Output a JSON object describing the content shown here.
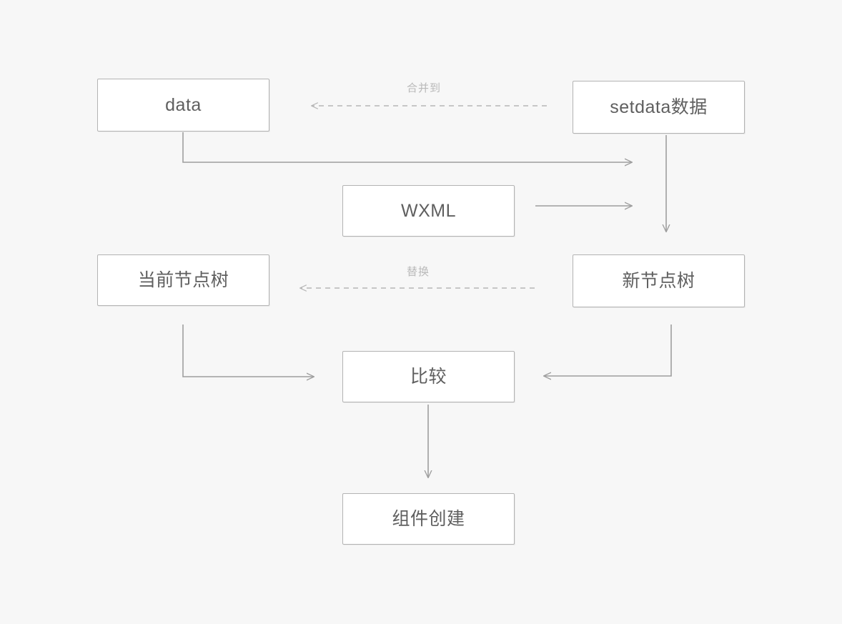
{
  "diagram": {
    "title": "",
    "background_color": "#f7f7f7",
    "node_fill_color": "#ffffff",
    "node_border_color": "#b3b3b3",
    "node_text_color": "#5f5f5f",
    "edge_color": "#9e9e9e",
    "edge_label_color": "#b9b9b9",
    "nodes": [
      {
        "id": "data",
        "label": "data"
      },
      {
        "id": "setdata",
        "label": "setdata数据"
      },
      {
        "id": "wxml",
        "label": "WXML"
      },
      {
        "id": "current_tree",
        "label": "当前节点树"
      },
      {
        "id": "new_tree",
        "label": "新节点树"
      },
      {
        "id": "compare",
        "label": "比较"
      },
      {
        "id": "component",
        "label": "组件创建"
      }
    ],
    "edges": [
      {
        "id": "setdata_to_data",
        "from": "setdata",
        "to": "data",
        "label": "合并到",
        "style": "dashed",
        "direction": "left"
      },
      {
        "id": "data_to_right",
        "from": "data",
        "to": "new_tree",
        "label": "",
        "style": "solid",
        "direction": "right"
      },
      {
        "id": "wxml_to_right",
        "from": "wxml",
        "to": "new_tree",
        "label": "",
        "style": "solid",
        "direction": "right"
      },
      {
        "id": "setdata_to_new_tree",
        "from": "setdata",
        "to": "new_tree",
        "label": "",
        "style": "solid",
        "direction": "down"
      },
      {
        "id": "new_tree_to_current",
        "from": "new_tree",
        "to": "current_tree",
        "label": "替换",
        "style": "dashed",
        "direction": "left"
      },
      {
        "id": "current_tree_to_compare",
        "from": "current_tree",
        "to": "compare",
        "label": "",
        "style": "solid",
        "direction": "right"
      },
      {
        "id": "new_tree_to_compare",
        "from": "new_tree",
        "to": "compare",
        "label": "",
        "style": "solid",
        "direction": "left"
      },
      {
        "id": "compare_to_component",
        "from": "compare",
        "to": "component",
        "label": "",
        "style": "solid",
        "direction": "down"
      }
    ]
  }
}
